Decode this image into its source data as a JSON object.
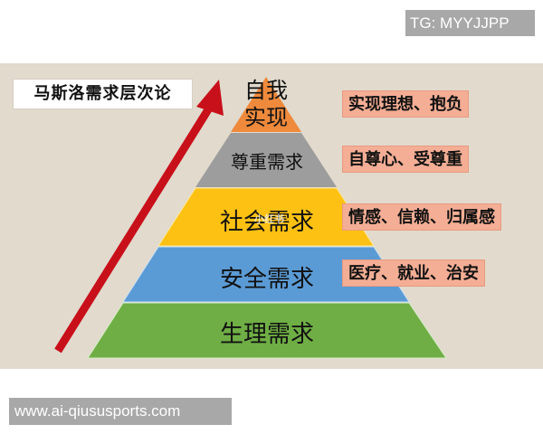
{
  "watermark_top": "TG: MYYJJPP",
  "watermark_bottom": "www.ai-qiususports.com",
  "watermark_center": "小红书",
  "diagram": {
    "title": "马斯洛需求层次论",
    "arrow": {
      "direction": "up-right",
      "color": "#c8101a"
    },
    "tiers": [
      {
        "label": "自我",
        "label2": "实现",
        "color": "#ef8a3c",
        "description": "实现理想、抱负"
      },
      {
        "label": "尊重需求",
        "color": "#9d9d9d",
        "description": "自尊心、受尊重"
      },
      {
        "label": "社会需求",
        "color": "#fdc113",
        "description": "情感、信赖、归属感"
      },
      {
        "label": "安全需求",
        "color": "#5b9bd5",
        "description": "医疗、就业、治安"
      },
      {
        "label": "生理需求",
        "color": "#6fae45",
        "description": ""
      }
    ],
    "background_color": "#e1dacd",
    "description_box_color": "#f4ae95"
  }
}
